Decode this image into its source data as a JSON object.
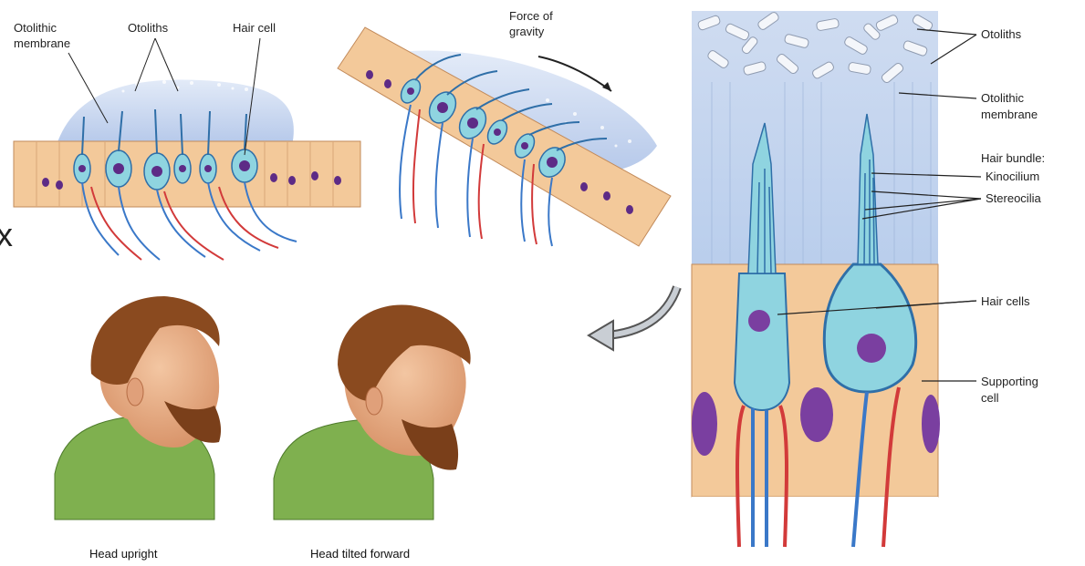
{
  "top_left_panel": {
    "labels": {
      "otolithic_membrane_line1": "Otolithic",
      "otolithic_membrane_line2": "membrane",
      "otoliths": "Otoliths",
      "hair_cell": "Hair cell"
    }
  },
  "top_middle_panel": {
    "labels": {
      "force_line1": "Force of",
      "force_line2": "gravity"
    }
  },
  "left_edge_glyph": "x",
  "bottom_panel": {
    "captions": {
      "head_upright": "Head upright",
      "head_tilted": "Head tilted forward"
    }
  },
  "right_panel": {
    "labels": {
      "otoliths": "Otoliths",
      "otolithic_membrane_line1": "Otolithic",
      "otolithic_membrane_line2": "membrane",
      "hair_bundle": "Hair bundle:",
      "kinocilium": "Kinocilium",
      "stereocilia": "Stereocilia",
      "hair_cells": "Hair cells",
      "supporting_cell_line1": "Supporting",
      "supporting_cell_line2": "cell"
    }
  },
  "colors": {
    "tissue": "#f3c99a",
    "hair_cell": "#8fd4e0",
    "nucleus": "#7a3fa0",
    "gel": "#b9c8e6",
    "nerve_blue": "#3a78c8",
    "nerve_red": "#d23a3a"
  }
}
